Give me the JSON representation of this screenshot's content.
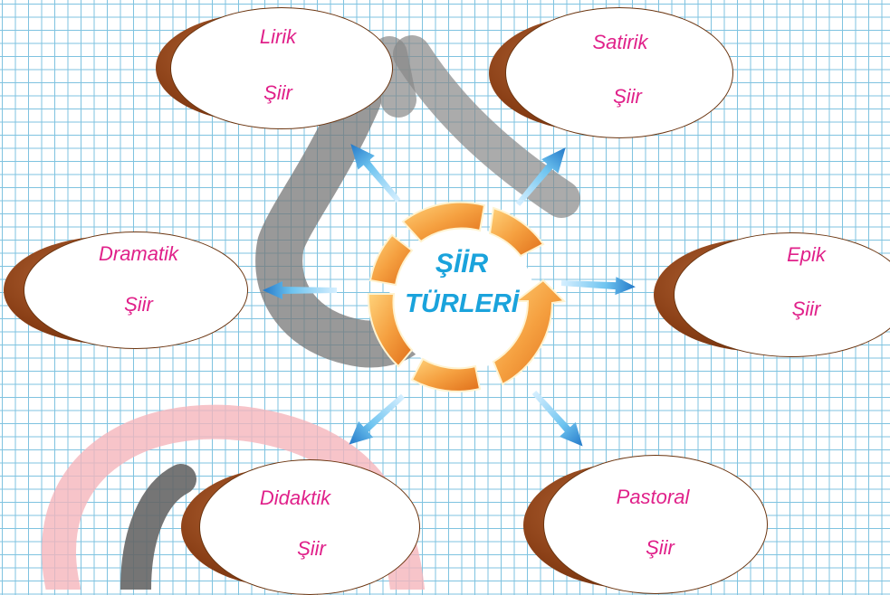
{
  "center": {
    "line1": "ŞİİR",
    "line2": "TÜRLERİ"
  },
  "nodes": {
    "lirik": {
      "line1": "Lirik",
      "line2": "Şiir"
    },
    "satirik": {
      "line1": "Satirik",
      "line2": "Şiir"
    },
    "dramatik": {
      "line1": "Dramatik",
      "line2": "Şiir"
    },
    "epik": {
      "line1": "Epik",
      "line2": "Şiir"
    },
    "didaktik": {
      "line1": "Didaktik",
      "line2": "Şiir"
    },
    "pastoral": {
      "line1": "Pastoral",
      "line2": "Şiir"
    }
  },
  "colors": {
    "label": "#e0218a",
    "center_text": "#1aa3dc",
    "ellipse_border": "#6b3510",
    "ellipse_shadow": "#8a3f16",
    "arrow": "#3a8fd6",
    "ring": "#f08a2a",
    "grid": "#7fc3e0"
  },
  "icons": [
    "arrow-icon",
    "cycle-ring-icon"
  ]
}
